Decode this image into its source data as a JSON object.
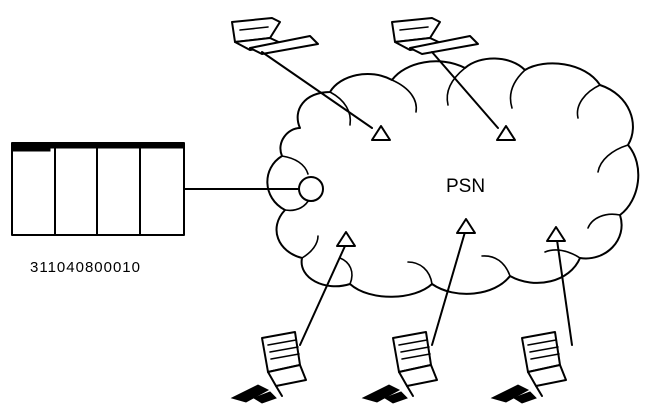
{
  "network": {
    "label": "PSN"
  },
  "host": {
    "label": "311040800010"
  },
  "terminals": {
    "top_count": 2,
    "bottom_count": 3
  },
  "ports": {
    "triangles": 5,
    "circle": 1
  }
}
